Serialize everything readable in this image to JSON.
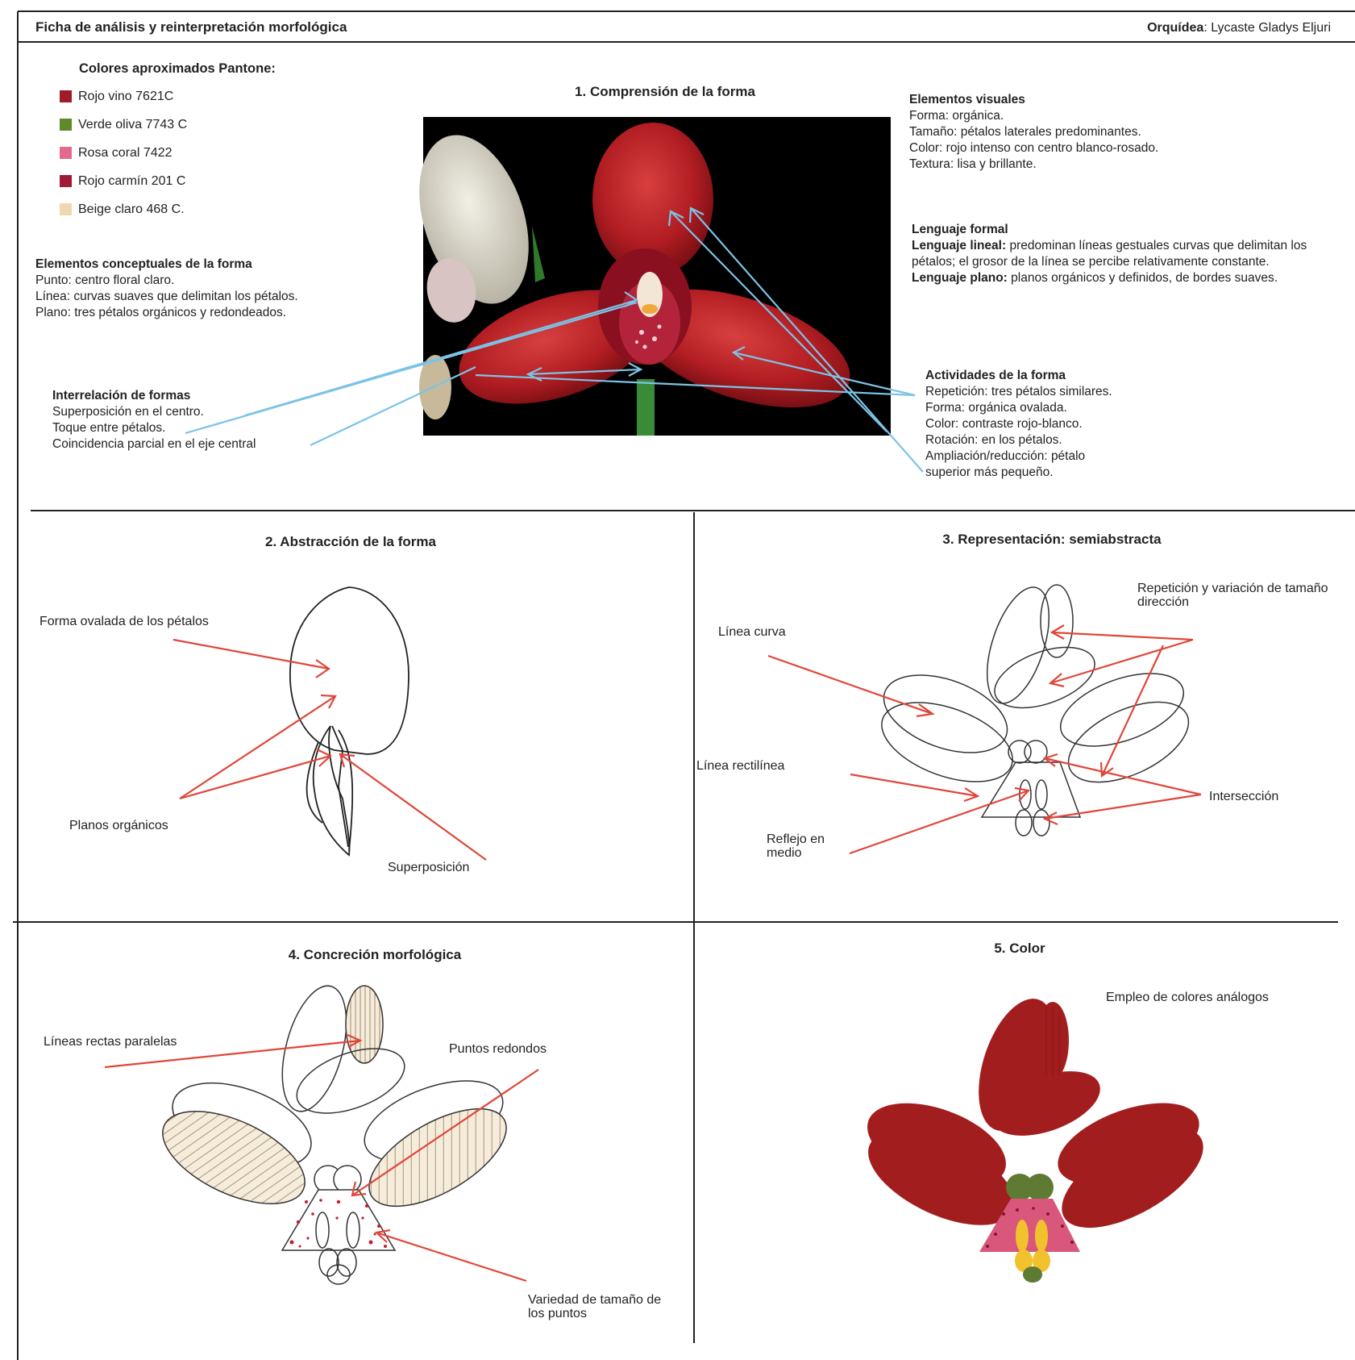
{
  "header": {
    "title": "Ficha de análisis y reinterpretación morfológica",
    "orquidea_label": "Orquídea",
    "orquidea_value": "Lycaste Gladys Eljuri"
  },
  "pantone": {
    "title": "Colores aproximados Pantone:",
    "items": [
      {
        "label": "Rojo vino 7621C",
        "color": "#9e1b2a"
      },
      {
        "label": "Verde oliva 7743 C",
        "color": "#5f8a2a"
      },
      {
        "label": "Rosa coral 7422",
        "color": "#e36a8c"
      },
      {
        "label": "Rojo carmín 201 C",
        "color": "#a01a38"
      },
      {
        "label": "Beige claro 468 C.",
        "color": "#efd7b0"
      }
    ]
  },
  "conceptuales": {
    "title": "Elementos conceptuales de la forma",
    "lines": [
      "Punto: centro floral claro.",
      "Línea: curvas suaves que delimitan los pétalos.",
      "Plano: tres pétalos orgánicos y redondeados."
    ]
  },
  "interrelacion": {
    "title": "Interrelación de formas",
    "lines": [
      "Superposición en el centro.",
      "Toque entre pétalos.",
      "Coincidencia parcial en el eje central"
    ]
  },
  "section1": {
    "title": "1. Comprensión de la forma"
  },
  "visuales": {
    "title": "Elementos visuales",
    "lines": [
      "Forma: orgánica.",
      "Tamaño: pétalos laterales predominantes.",
      "Color: rojo intenso con centro blanco-rosado.",
      "Textura: lisa y brillante."
    ]
  },
  "lenguaje": {
    "title": "Lenguaje formal",
    "lineal_label": "Lenguaje lineal:",
    "lineal_text": "predominan líneas gestuales curvas que delimitan los pétalos; el grosor de la línea se percibe relativamente constante.",
    "plano_label": "Lenguaje plano:",
    "plano_text": "planos orgánicos y definidos, de bordes suaves."
  },
  "actividades": {
    "title": "Actividades de la forma",
    "lines": [
      "Repetición: tres pétalos similares.",
      "Forma: orgánica ovalada.",
      "Color: contraste rojo-blanco.",
      "Rotación: en los pétalos.",
      "Ampliación/reducción: pétalo",
      "superior más pequeño."
    ]
  },
  "section2": {
    "title": "2. Abstracción de la forma",
    "labels": {
      "forma_ovalada": "Forma ovalada de los pétalos",
      "planos": "Planos orgánicos",
      "superposicion": "Superposición"
    }
  },
  "section3": {
    "title": "3. Representación: semiabstracta",
    "labels": {
      "repeticion": "Repetición y variación de tamaño",
      "direccion": "dirección",
      "linea_curva": "Línea curva",
      "linea_rect": "Línea rectilínea",
      "reflejo1": "Reflejo en",
      "reflejo2": "medio",
      "interseccion": "Intersección"
    }
  },
  "section4": {
    "title": "4. Concreción morfológica",
    "labels": {
      "lineas_rectas": "Líneas rectas paralelas",
      "puntos": "Puntos redondos",
      "variedad1": "Variedad de tamaño de",
      "variedad2": "los puntos"
    }
  },
  "section5": {
    "title": "5. Color",
    "caption": "Empleo de colores análogos"
  },
  "colors": {
    "arrow_blue": "#7cc3e6",
    "arrow_red": "#e0463a",
    "flower_red": "#a21e1e",
    "lip_pink": "#d8577a",
    "olive": "#5f7a33",
    "yellow": "#f2c12e"
  }
}
